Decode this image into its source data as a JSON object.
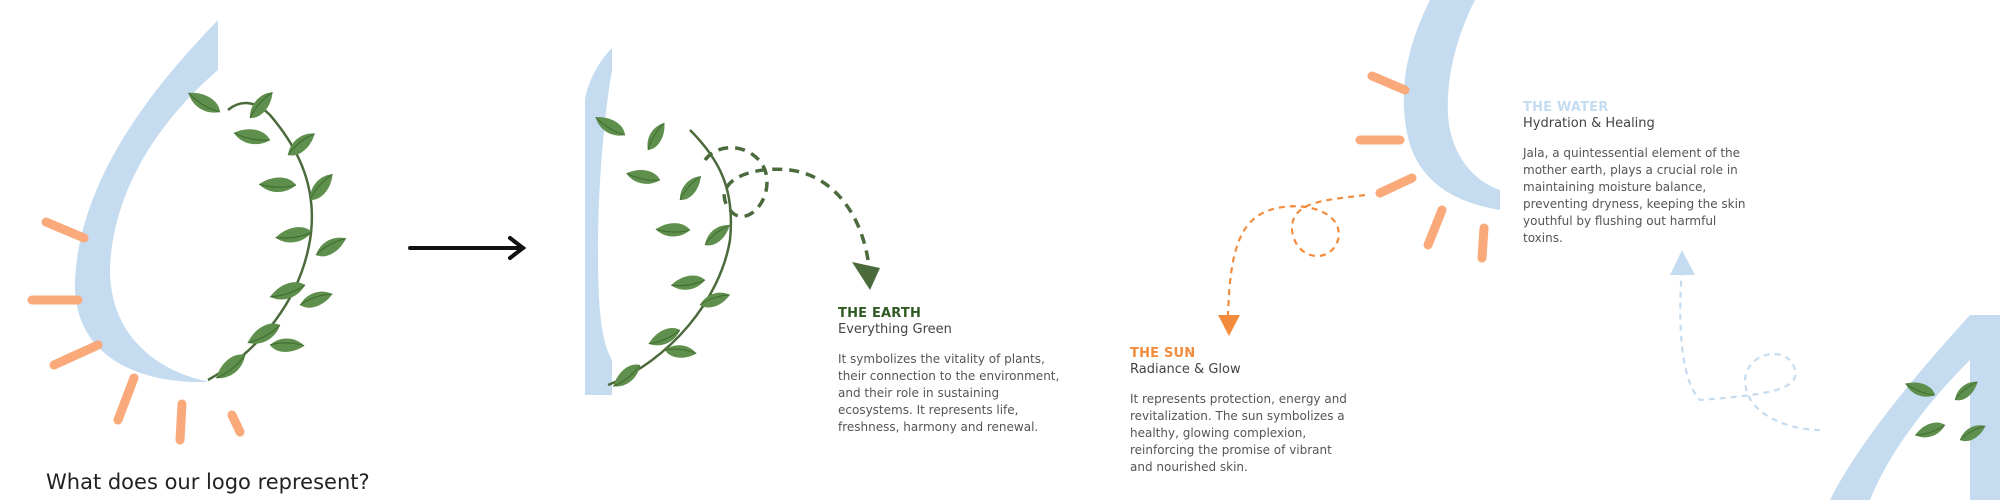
{
  "page": {
    "question": "What does our logo represent?"
  },
  "sections": {
    "earth": {
      "title": "THE EARTH",
      "subtitle": "Everything Green",
      "body": "It symbolizes the vitality of plants,\ntheir connection to the environment,\nand their role in sustaining\necosystems. It represents life,\nfreshness, harmony and renewal."
    },
    "sun": {
      "title": "THE SUN",
      "subtitle": "Radiance & Glow",
      "body": "It represents protection, energy and\nrevitalization. The sun symbolizes a\nhealthy, glowing complexion,\nreinforcing the promise of vibrant\nand nourished skin."
    },
    "water": {
      "title": "THE WATER",
      "subtitle": "Hydration & Healing",
      "body": "Jala, a quintessential element of the\nmother earth, plays a crucial role in\nmaintaining moisture balance,\npreventing dryness, keeping the skin\nyouthful by flushing out harmful\ntoxins."
    }
  },
  "colors": {
    "water": "#c5dcf0",
    "sun": "#f9a97a",
    "earth_title": "#2f5a22",
    "sun_title": "#f28c3c",
    "water_title": "#c5dcf0",
    "leaf": "#5b8a4a",
    "arrow": "#111111"
  },
  "icons": {
    "logo": "water-drop-leaf-sun-logo",
    "right_arrow": "right-arrow-icon"
  }
}
